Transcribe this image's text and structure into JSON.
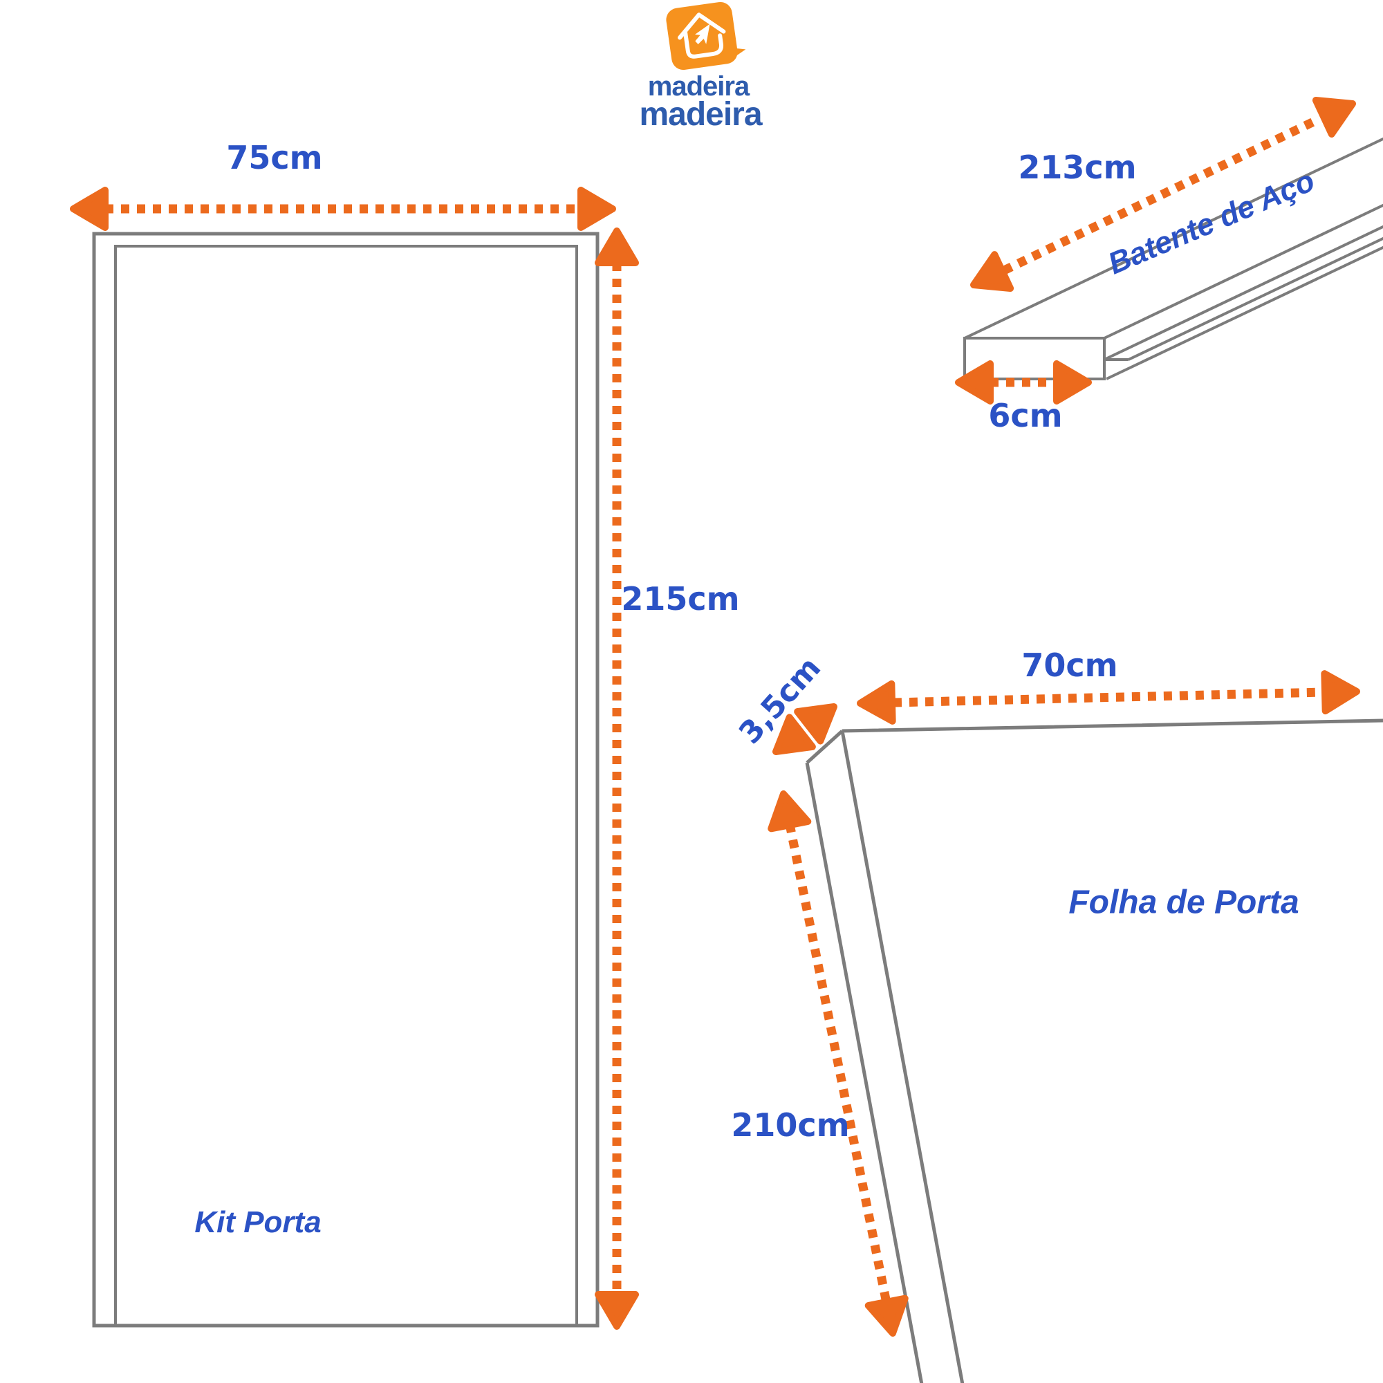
{
  "logo": {
    "line1": "madeira",
    "line2": "madeira"
  },
  "kit_porta": {
    "label": "Kit Porta",
    "width": "75cm",
    "height": "215cm"
  },
  "batente": {
    "label": "Batente de Aço",
    "length": "213cm",
    "width": "6cm"
  },
  "folha_porta": {
    "label": "Folha de Porta",
    "width": "70cm",
    "thickness": "3,5cm",
    "height": "210cm"
  },
  "colors": {
    "arrow_orange": "#EC6A1D",
    "label_blue": "#2B52C5",
    "line_gray": "#7C7C7C",
    "logo_orange": "#F6921E",
    "logo_blue": "#2E5CAD",
    "background": "#FFFFFF"
  }
}
